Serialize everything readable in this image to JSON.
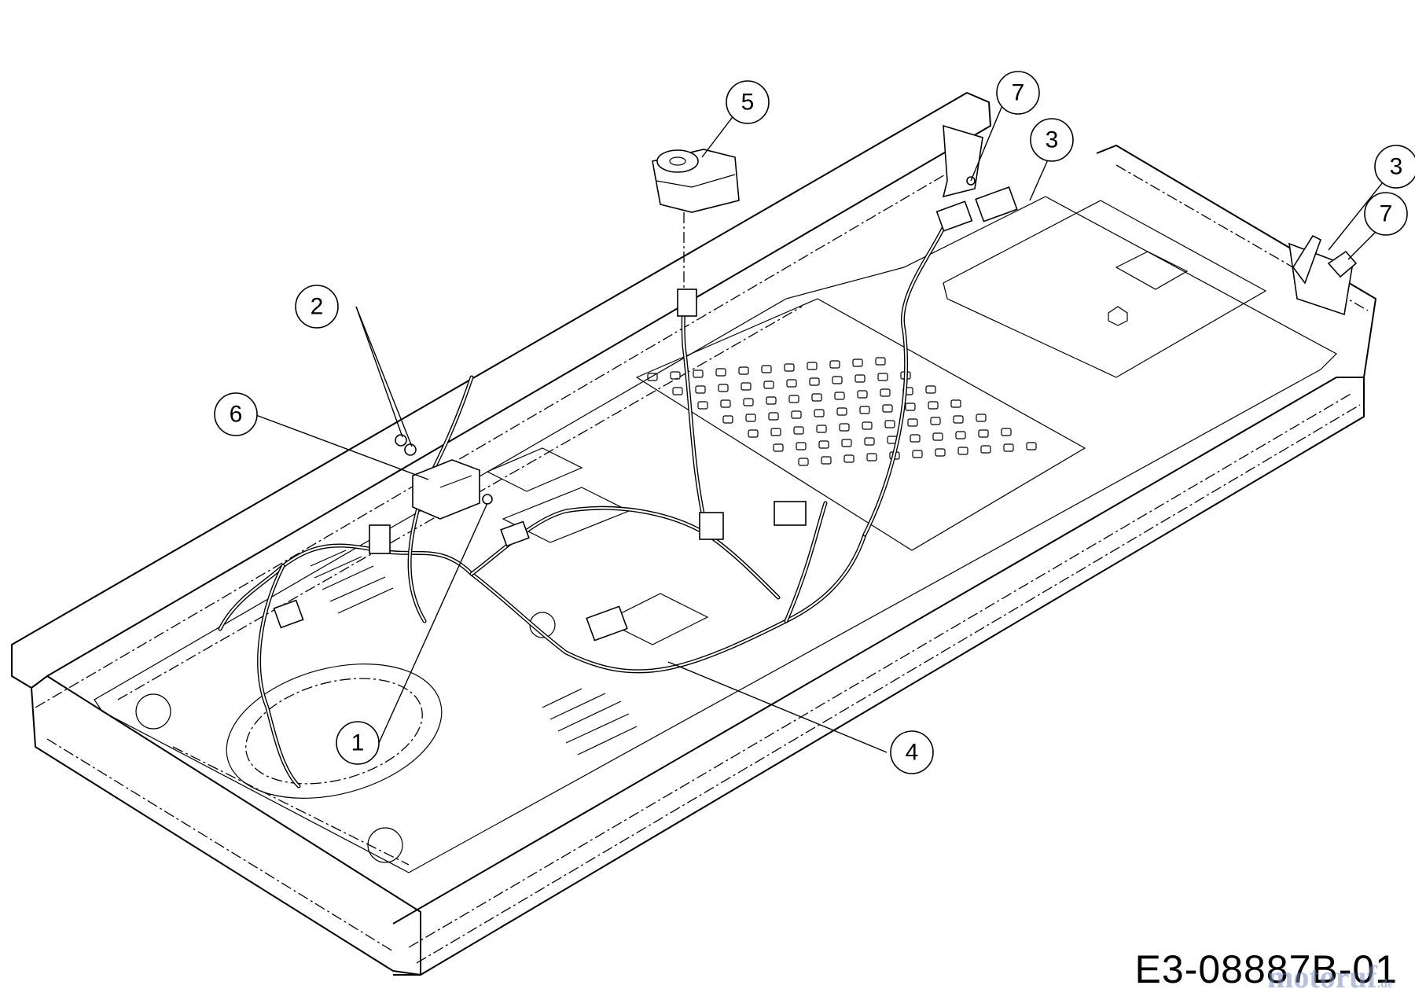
{
  "drawing_code": "E3-08887B-01",
  "watermark": {
    "text": "motoruf",
    "suffix": ".de"
  },
  "callouts": [
    {
      "id": "1",
      "label": "1"
    },
    {
      "id": "2",
      "label": "2"
    },
    {
      "id": "3a",
      "label": "3"
    },
    {
      "id": "3b",
      "label": "3"
    },
    {
      "id": "4",
      "label": "4"
    },
    {
      "id": "5",
      "label": "5"
    },
    {
      "id": "6",
      "label": "6"
    },
    {
      "id": "7a",
      "label": "7"
    },
    {
      "id": "7b",
      "label": "7"
    }
  ]
}
